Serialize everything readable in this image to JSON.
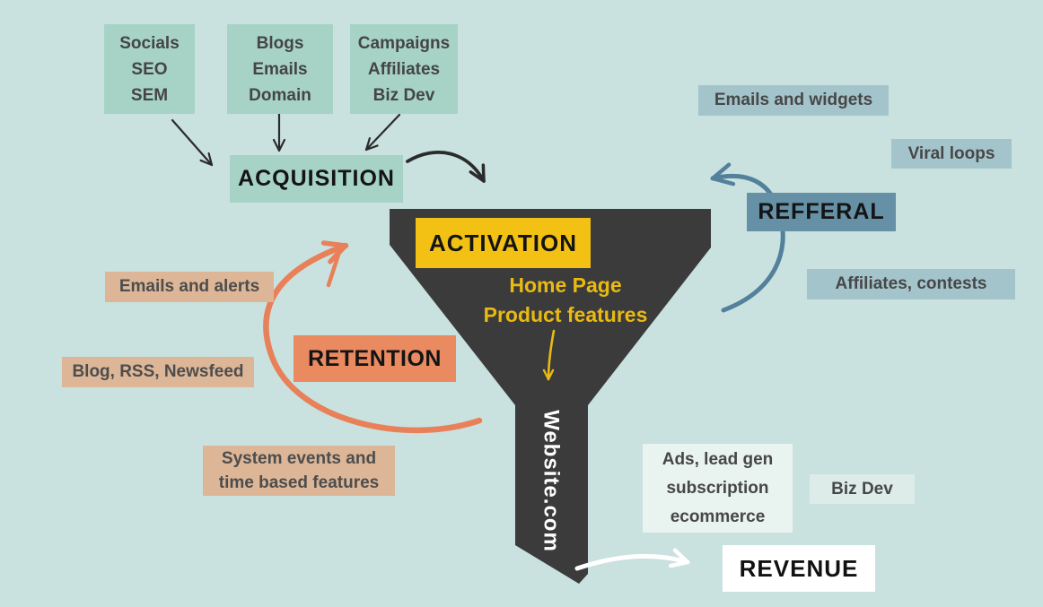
{
  "diagram": {
    "kind": "marketing-funnel",
    "background_color": "#c9e2df",
    "funnel_color": "#3b3b3b"
  },
  "stages": {
    "acquisition": {
      "label": "ACQUISITION",
      "box_color": "#a6d3c6",
      "sources": [
        {
          "text": "Socials\nSEO\nSEM"
        },
        {
          "text": "Blogs\nEmails\nDomain"
        },
        {
          "text": "Campaigns\nAffiliates\nBiz Dev"
        }
      ]
    },
    "activation": {
      "label": "ACTIVATION",
      "box_color": "#f2c114",
      "notes": "Home Page\nProduct features",
      "notes_color": "#e9ba12",
      "website": "Website.com"
    },
    "referral": {
      "label": "REFFERAL",
      "box_color": "#6590a5",
      "arrow_color": "#53809b",
      "tactics": [
        {
          "text": "Emails and widgets"
        },
        {
          "text": "Viral loops"
        },
        {
          "text": "Affiliates, contests"
        }
      ]
    },
    "retention": {
      "label": "RETENTION",
      "box_color": "#e98a61",
      "arrow_color": "#e8815a",
      "tactics": [
        {
          "text": "Emails and alerts"
        },
        {
          "text": "Blog, RSS, Newsfeed"
        },
        {
          "text": "System events and\ntime based features"
        }
      ]
    },
    "revenue": {
      "label": "REVENUE",
      "box_color": "#ffffff",
      "arrow_color": "#ffffff",
      "tactics": [
        {
          "text": "Ads, lead gen\nsubscription\necommerce"
        },
        {
          "text": "Biz Dev"
        }
      ]
    }
  }
}
